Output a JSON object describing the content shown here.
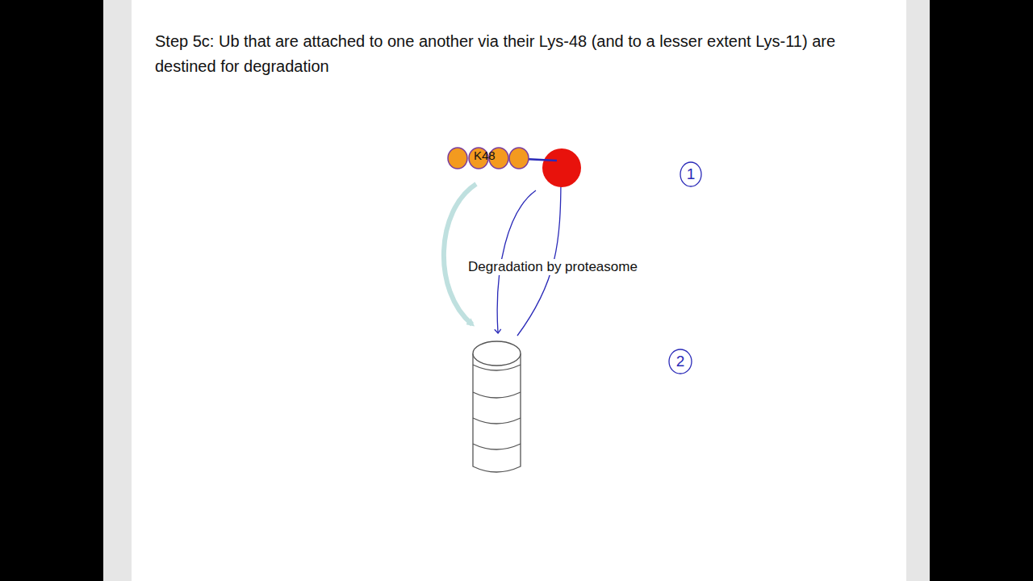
{
  "diagram": {
    "title": "Step 5c: Ub that are attached to one another via their Lys-48 (and to a lesser extent Lys-11) are destined for degradation",
    "nodes": [
      {
        "text": [
          "K48"
        ]
      }
    ],
    "labels": [
      "Degradation by proteasome",
      "1",
      "2"
    ]
  }
}
